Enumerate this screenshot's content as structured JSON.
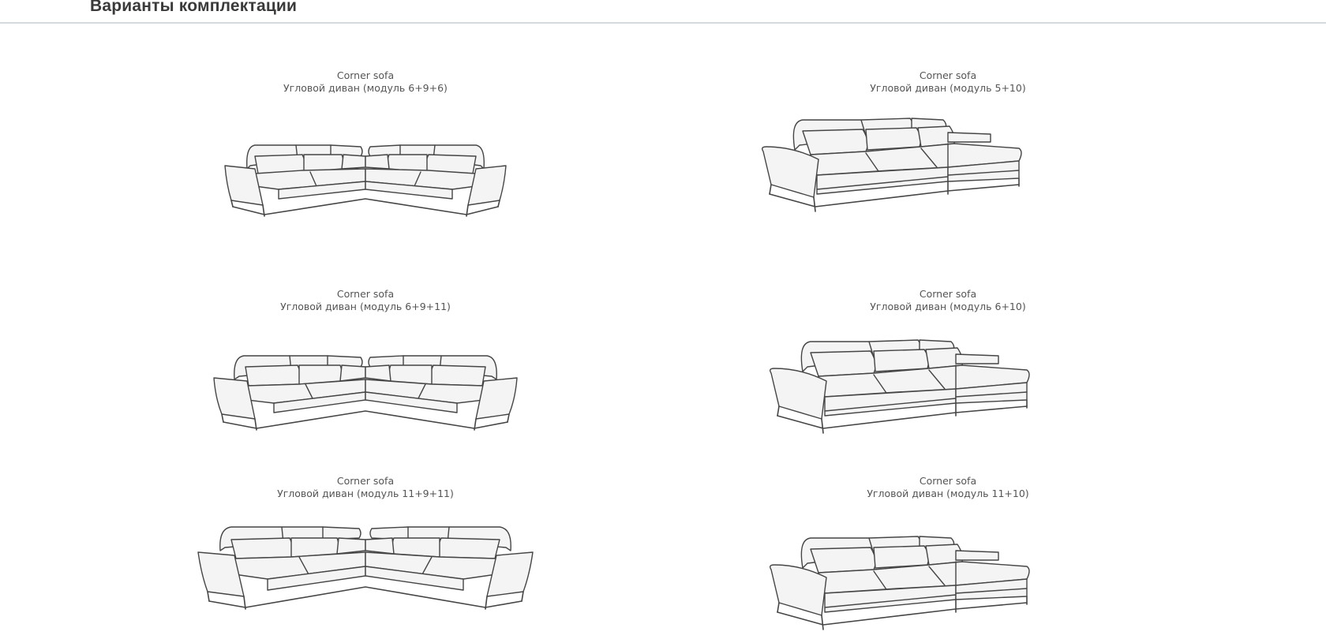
{
  "header": {
    "title": "Варианты комплектации"
  },
  "configurations": [
    {
      "name_en": "Corner sofa",
      "name_ru": "Угловой диван (модуль 6+9+6)",
      "drawing": "u-shape-small-sofa-drawing"
    },
    {
      "name_en": "Corner sofa",
      "name_ru": "Угловой диван (модуль 5+10)",
      "drawing": "chaise-sofa-drawing"
    },
    {
      "name_en": "Corner sofa",
      "name_ru": "Угловой диван (модуль 6+9+11)",
      "drawing": "u-shape-medium-sofa-drawing"
    },
    {
      "name_en": "Corner sofa",
      "name_ru": "Угловой диван (модуль 6+10)",
      "drawing": "chaise-sofa-drawing"
    },
    {
      "name_en": "Corner sofa",
      "name_ru": "Угловой диван (модуль 11+9+11)",
      "drawing": "u-shape-large-sofa-drawing"
    },
    {
      "name_en": "Corner sofa",
      "name_ru": "Угловой диван (модуль 11+10)",
      "drawing": "chaise-sofa-drawing"
    }
  ]
}
